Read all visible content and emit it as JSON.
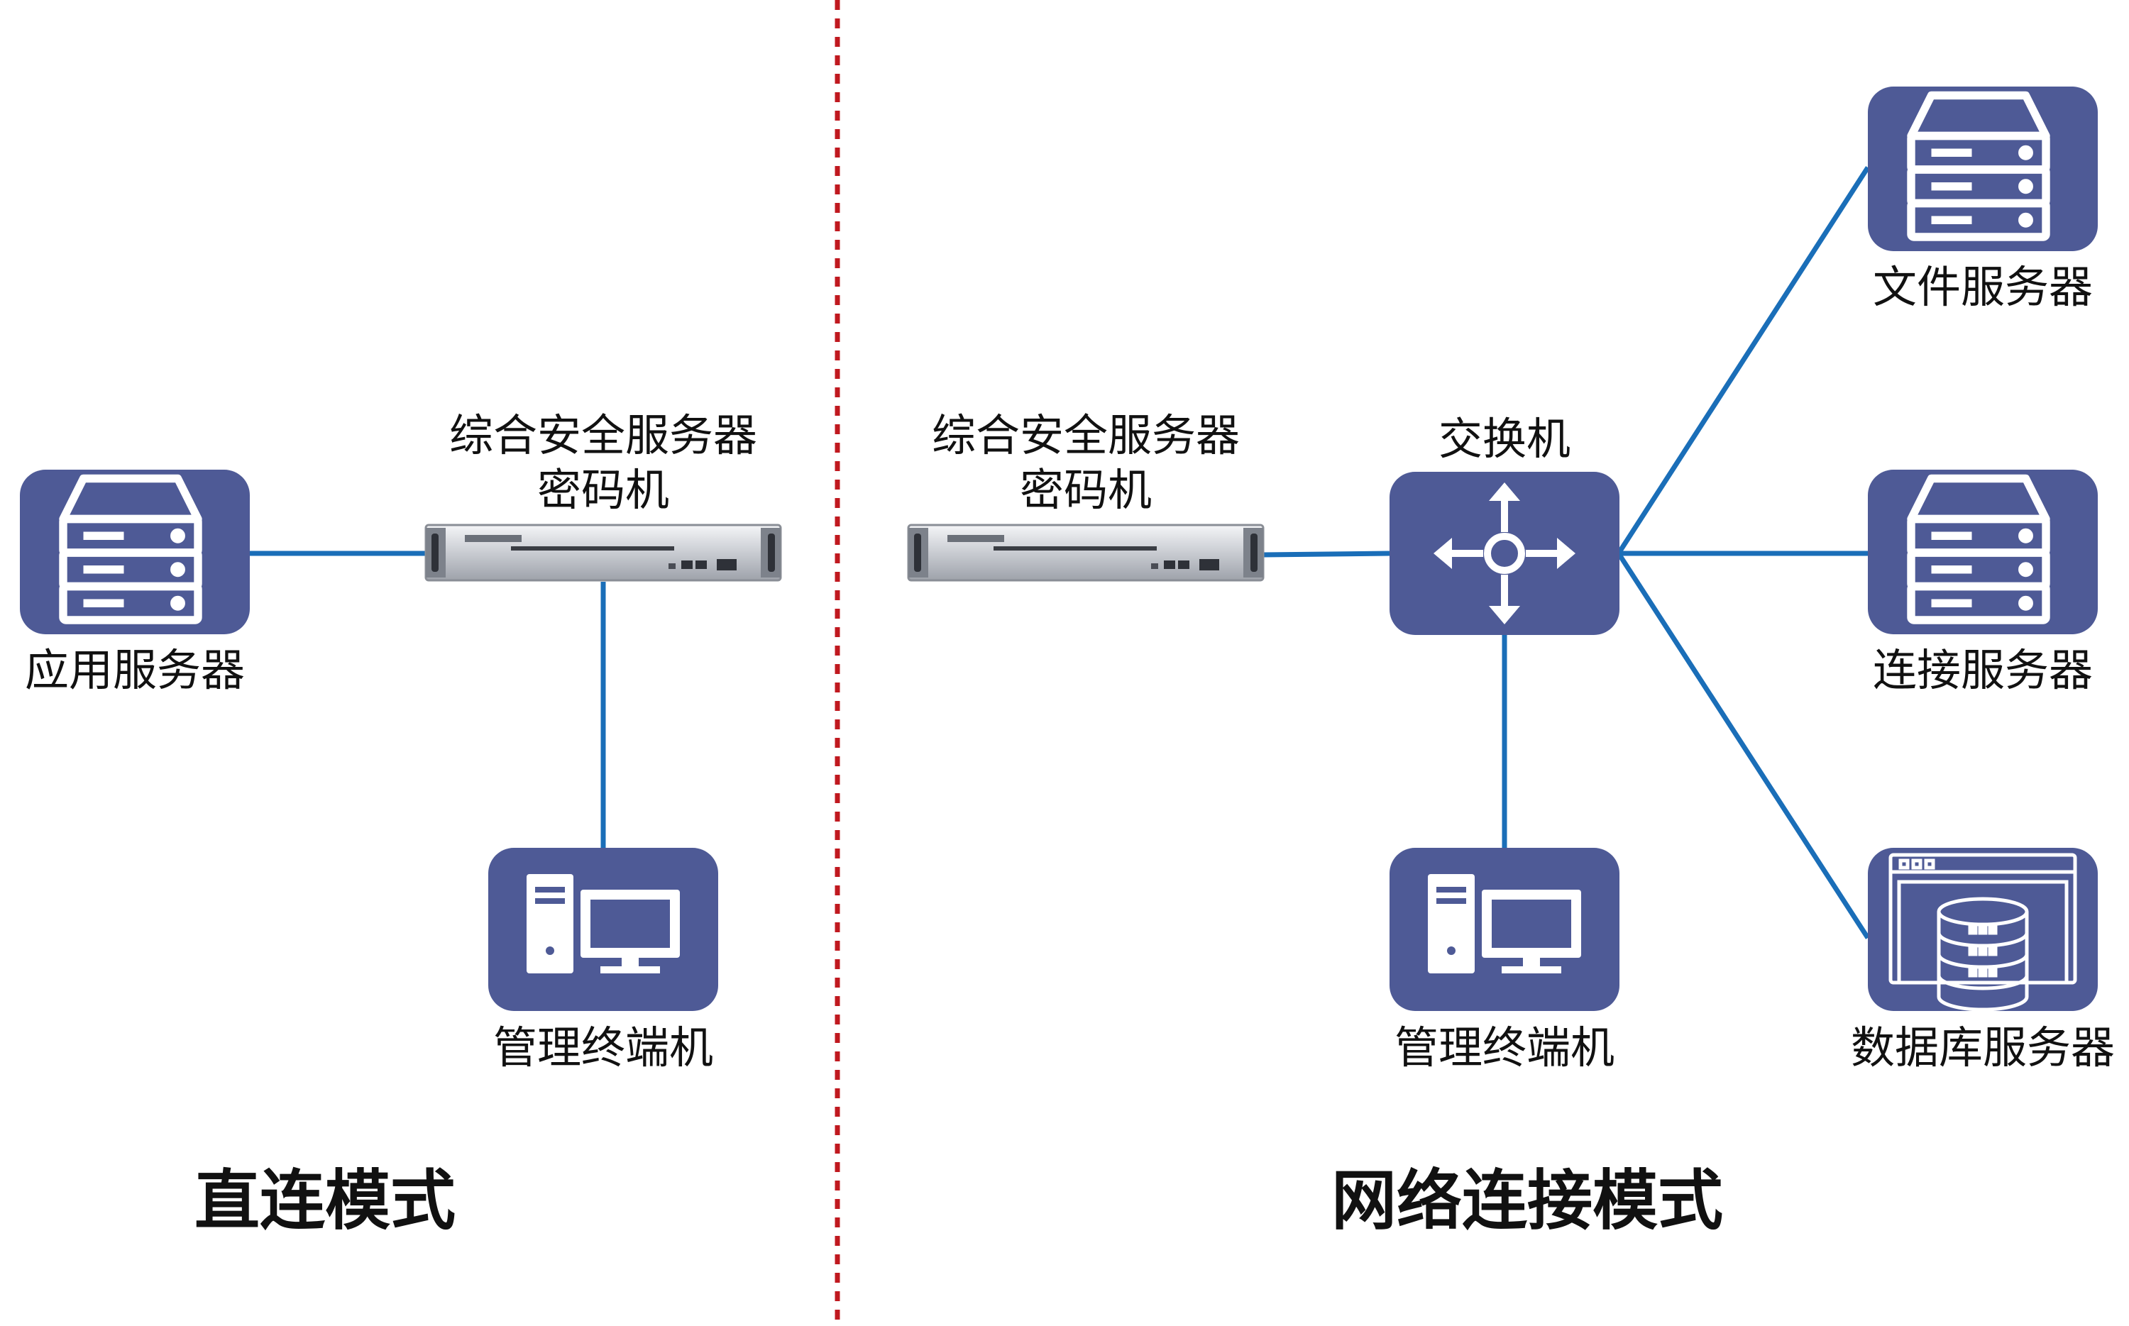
{
  "colors": {
    "node_bg": "#4e5a96",
    "link": "#1a6eb8",
    "divider": "#c0191f",
    "icon": "#ffffff"
  },
  "direct": {
    "crypto_title_line1": "综合安全服务器",
    "crypto_title_line2": "密码机",
    "app_server_label": "应用服务器",
    "terminal_label": "管理终端机",
    "caption": "直连模式"
  },
  "network": {
    "crypto_title_line1": "综合安全服务器",
    "crypto_title_line2": "密码机",
    "switch_label": "交换机",
    "file_server_label": "文件服务器",
    "conn_server_label": "连接服务器",
    "db_server_label": "数据库服务器",
    "terminal_label": "管理终端机",
    "caption": "网络连接模式"
  }
}
